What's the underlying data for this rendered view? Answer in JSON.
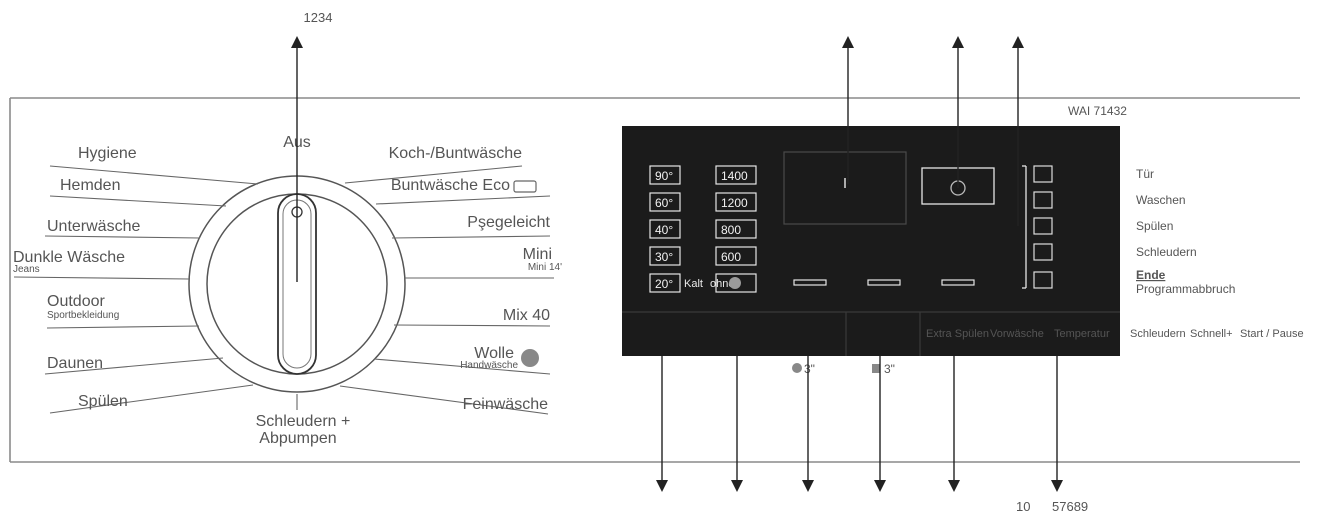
{
  "callouts": {
    "top_left": "1234",
    "bottom_left": "10",
    "bottom_right": "57689"
  },
  "model": "WAI 71432",
  "dial": {
    "top_label": "Aus",
    "left_programs": [
      {
        "label": "Hygiene",
        "sub": ""
      },
      {
        "label": "Hemden",
        "sub": ""
      },
      {
        "label": "Unterwäsche",
        "sub": ""
      },
      {
        "label": "Dunkle Wäsche",
        "sub": "Jeans"
      },
      {
        "label": "Outdoor",
        "sub": "Sportbekleidung"
      },
      {
        "label": "Daunen",
        "sub": ""
      },
      {
        "label": "Spülen",
        "sub": ""
      }
    ],
    "right_programs": [
      {
        "label": "Koch-/Buntwäsche",
        "sub": ""
      },
      {
        "label": "Buntwäsche Eco",
        "sub": ""
      },
      {
        "label": "Pşegeleicht",
        "sub": ""
      },
      {
        "label": "Mini",
        "sub": "Mini 14'"
      },
      {
        "label": "Mix 40",
        "sub": ""
      },
      {
        "label": "Wolle",
        "sub": "Handwäsche"
      },
      {
        "label": "Feinwäsche",
        "sub": ""
      }
    ],
    "bottom_label_1": "Schleudern +",
    "bottom_label_2": "Abpumpen"
  },
  "display": {
    "temperatures": [
      "90°",
      "60°",
      "40°",
      "30°",
      "20°"
    ],
    "temp_cold": "Kalt",
    "temp_cold_suffix": "ohne",
    "speeds": [
      "1400",
      "1200",
      "800",
      "600"
    ],
    "buttons": [
      "Extra Spülen",
      "Vorwäsche",
      "Temperatur",
      "Schleudern",
      "Schnell+",
      "Start / Pause"
    ],
    "below_labels": [
      "3\"",
      "3\""
    ],
    "phases": [
      "Tür",
      "Waschen",
      "Spülen",
      "Schleudern",
      "Ende",
      "Programmabbruch"
    ]
  },
  "colors": {
    "panel": "#1b1b1b",
    "line": "#555555",
    "text": "#4a4a4a"
  }
}
